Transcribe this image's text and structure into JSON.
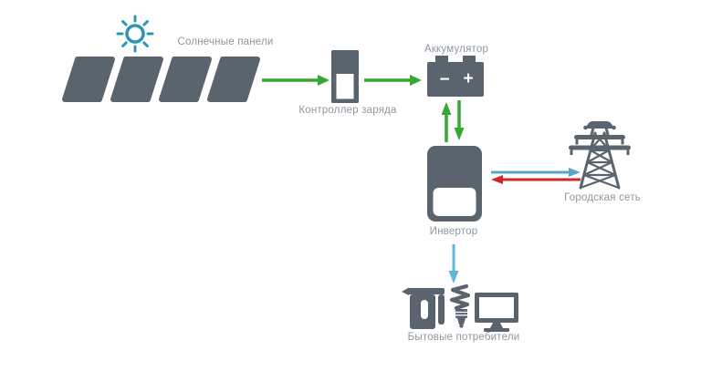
{
  "colors": {
    "background": "#ffffff",
    "slate": "#5a646e",
    "green": "#35a733",
    "blue": "#55a8cd",
    "light_blue": "#5fb7d8",
    "red": "#d32727",
    "teal": "#2f96b8",
    "label": "#8f979e"
  },
  "nodes": {
    "solar_panels": {
      "label": "Солнечные панели",
      "icon": "solar-panels-icon"
    },
    "sun": {
      "icon": "sun-icon"
    },
    "charge_controller": {
      "label": "Контроллер заряда",
      "icon": "charge-controller-icon"
    },
    "battery": {
      "label": "Аккумулятор",
      "icon": "battery-icon",
      "minus": "−",
      "plus": "+"
    },
    "inverter": {
      "label": "Инвертор",
      "icon": "inverter-icon"
    },
    "city_grid": {
      "label": "Городская сеть",
      "icon": "power-tower-icon"
    },
    "consumers": {
      "label": "Бытовые потребители",
      "icons": [
        "kettle-icon",
        "cfl-bulb-icon",
        "monitor-icon"
      ]
    }
  },
  "edges": [
    {
      "from": "solar_panels",
      "to": "charge_controller",
      "color": "green",
      "direction": "right"
    },
    {
      "from": "charge_controller",
      "to": "battery",
      "color": "green",
      "direction": "right"
    },
    {
      "from": "battery",
      "to": "inverter",
      "color": "green",
      "direction": "bidirectional"
    },
    {
      "from": "inverter",
      "to": "city_grid",
      "color": "blue",
      "direction": "right"
    },
    {
      "from": "city_grid",
      "to": "inverter",
      "color": "red",
      "direction": "left"
    },
    {
      "from": "inverter",
      "to": "consumers",
      "color": "light_blue",
      "direction": "down"
    }
  ]
}
